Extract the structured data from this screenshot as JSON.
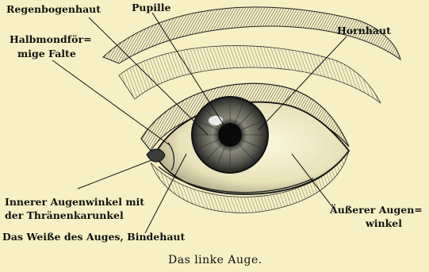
{
  "labels": {
    "regenbogenhaut": "Regenbogenhaut",
    "pupille": "Pupille",
    "halbmond_line1": "Halbmondför=",
    "halbmond_line2": "mige Falte",
    "hornhaut": "Hornhaut",
    "innerer_line1": "Innerer Augenwinkel mit",
    "innerer_line2": "der Thränenkarunkel",
    "weisse": "Das Weiße des Auges, Bindehaut",
    "aeusserer_line1": "Äußerer Augen=",
    "aeusserer_line2": "winkel"
  },
  "caption": "Das linke Auge."
}
